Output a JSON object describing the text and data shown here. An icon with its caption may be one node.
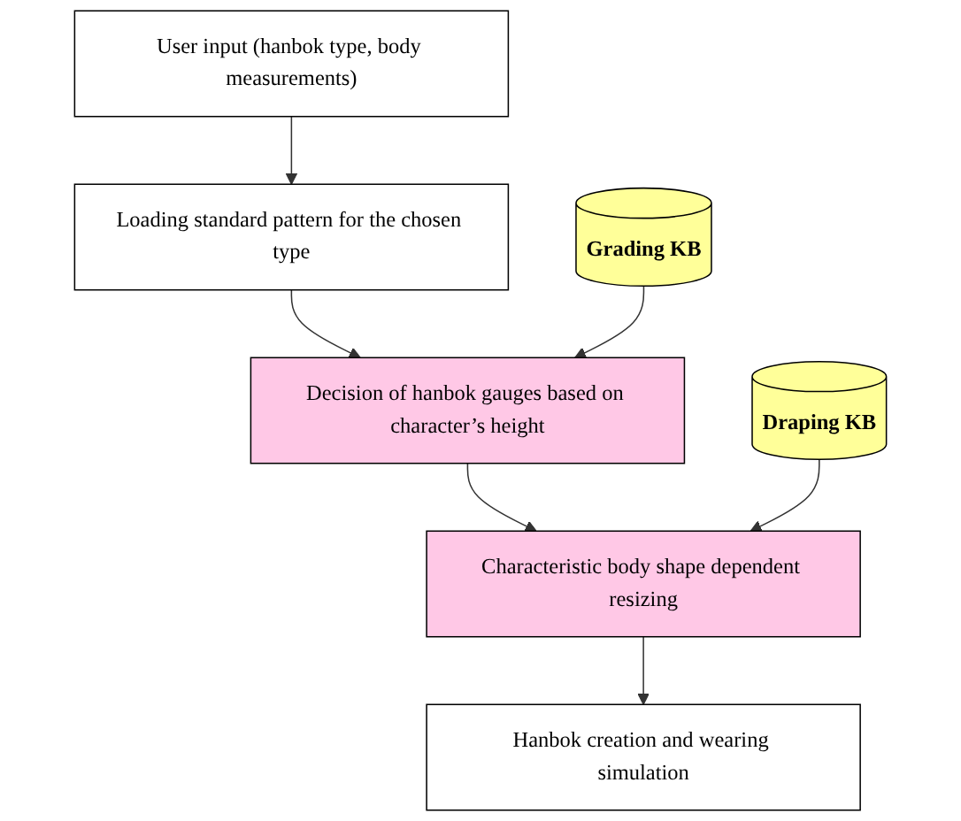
{
  "diagram": {
    "nodes": [
      {
        "text": [
          "User input (hanbok type, body measurements)"
        ]
      },
      {
        "text": [
          "Loading standard pattern for the chosen type"
        ]
      },
      {
        "text": [
          "Decision of hanbok gauges based on character’s height"
        ]
      },
      {
        "text": [
          "Grading KB"
        ]
      },
      {
        "text": [
          "Characteristic body shape dependent resizing"
        ]
      },
      {
        "text": [
          "Draping KB"
        ]
      },
      {
        "text": [
          "Hanbok creation and wearing simulation"
        ]
      }
    ],
    "edges": [
      {
        "from": 0,
        "to": 1,
        "arrow": "to"
      },
      {
        "from": 1,
        "to": 2,
        "arrow": "to"
      },
      {
        "from": 3,
        "to": 2,
        "arrow": "to"
      },
      {
        "from": 2,
        "to": 4,
        "arrow": "to"
      },
      {
        "from": 5,
        "to": 4,
        "arrow": "to"
      },
      {
        "from": 4,
        "to": 6,
        "arrow": "to"
      }
    ]
  }
}
